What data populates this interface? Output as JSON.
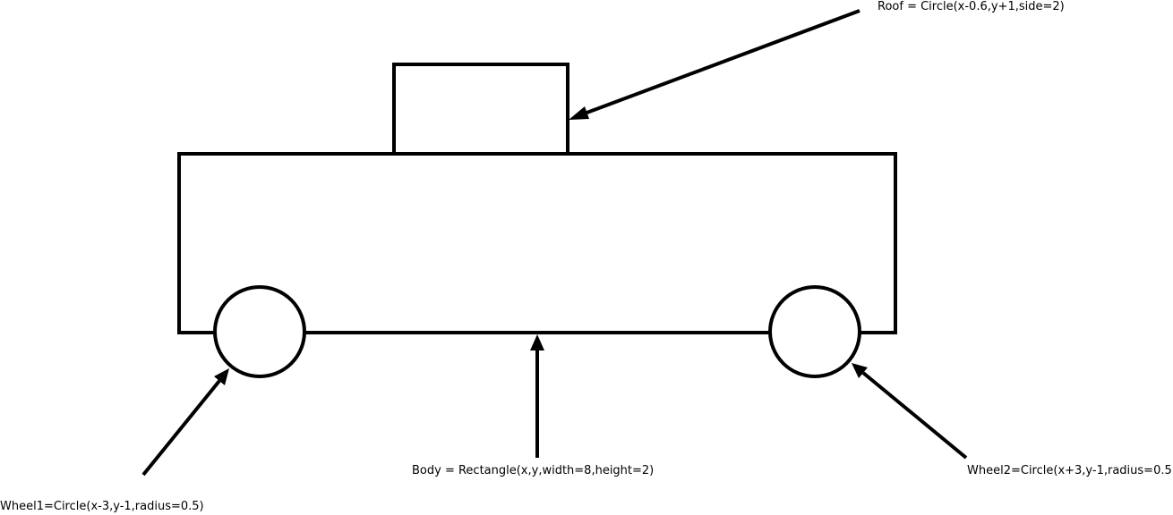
{
  "annotations": {
    "roof": "Roof = Circle(x-0.6,y+1,side=2)",
    "body": "Body = Rectangle(x,y,width=8,height=2)",
    "wheel1": "Wheel1=Circle(x-3,y-1,radius=0.5)",
    "wheel2": "Wheel2=Circle(x+3,y-1,radius=0.5"
  },
  "colors": {
    "stroke": "#000000",
    "background": "#ffffff"
  }
}
